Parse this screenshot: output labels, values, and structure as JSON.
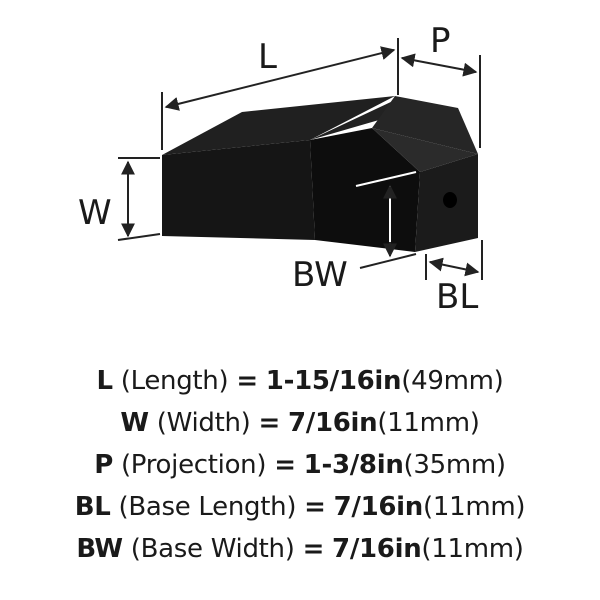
{
  "dimension_labels": {
    "length": "L",
    "projection": "P",
    "width": "W",
    "base_width": "BW",
    "base_length": "BL"
  },
  "specs": [
    {
      "abbr": "L",
      "name": "(Length)",
      "eq": "=",
      "value": "1-15/16in",
      "metric": "(49mm)"
    },
    {
      "abbr": "W",
      "name": "(Width)",
      "eq": "=",
      "value": "7/16in",
      "metric": "(11mm)"
    },
    {
      "abbr": "P",
      "name": "(Projection)",
      "eq": "=",
      "value": "1-3/8in",
      "metric": "(35mm)"
    },
    {
      "abbr": "BL",
      "name": "(Base Length)",
      "eq": "=",
      "value": "7/16in",
      "metric": "(11mm)"
    },
    {
      "abbr": "BW",
      "name": "(Base Width)",
      "eq": "=",
      "value": "7/16in",
      "metric": "(11mm)"
    }
  ],
  "colors": {
    "product": "#111111",
    "product_top": "#1c1c1c",
    "product_side": "#0b0b0b",
    "dimension_line": "#222222",
    "text": "#1a1a1a"
  }
}
